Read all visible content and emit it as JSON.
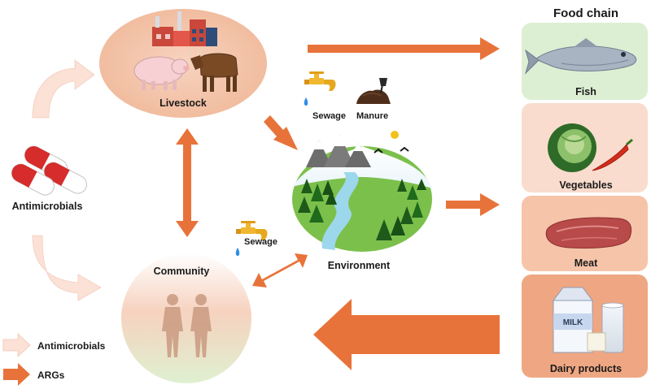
{
  "food_chain": {
    "title": "Food chain",
    "items": [
      "Fish",
      "Vegetables",
      "Meat",
      "Dairy products"
    ],
    "milk_label": "MILK"
  },
  "nodes": {
    "livestock": "Livestock",
    "environment": "Environment",
    "community": "Community",
    "antimicrobials": "Antimicrobials"
  },
  "sources": {
    "sewage_top": "Sewage",
    "manure": "Manure",
    "sewage_left": "Sewage"
  },
  "legend": {
    "antimicrobials": "Antimicrobials",
    "args": "ARGs"
  },
  "colors": {
    "args_arrow": "#e8733a",
    "antimicrobial_arrow": "#fbe1d6",
    "livestock_bg": "#f3c6ad",
    "fish_box": "#dcefd3",
    "vegetables_box": "#f9dccd",
    "meat_box": "#f5c4a9",
    "dairy_box": "#efa783"
  }
}
